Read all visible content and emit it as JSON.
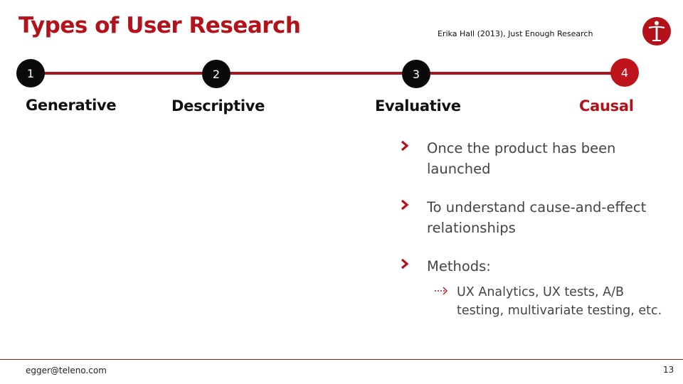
{
  "header": {
    "title": "Types of User Research",
    "source": "Erika Hall (2013), Just Enough Research"
  },
  "timeline": {
    "steps": [
      {
        "number": "1",
        "label": "Generative"
      },
      {
        "number": "2",
        "label": "Descriptive"
      },
      {
        "number": "3",
        "label": "Evaluative"
      },
      {
        "number": "4",
        "label": "Causal",
        "active": true
      }
    ]
  },
  "content": {
    "bullets": [
      {
        "text": "Once the product has been launched"
      },
      {
        "text": "To understand cause-and-effect relationships"
      },
      {
        "text": "Methods:",
        "sub": "UX Analytics, UX tests, A/B testing, multivariate testing, etc."
      }
    ]
  },
  "footer": {
    "email": "egger@teleno.com",
    "page": "13"
  },
  "colors": {
    "accent": "#b3121b",
    "dark": "#0a0a0a",
    "text": "#444444"
  },
  "icons": {
    "logo": "telono-logo-icon",
    "bullet": "chevron-right-icon",
    "sub_bullet": "dotted-arrow-icon"
  }
}
